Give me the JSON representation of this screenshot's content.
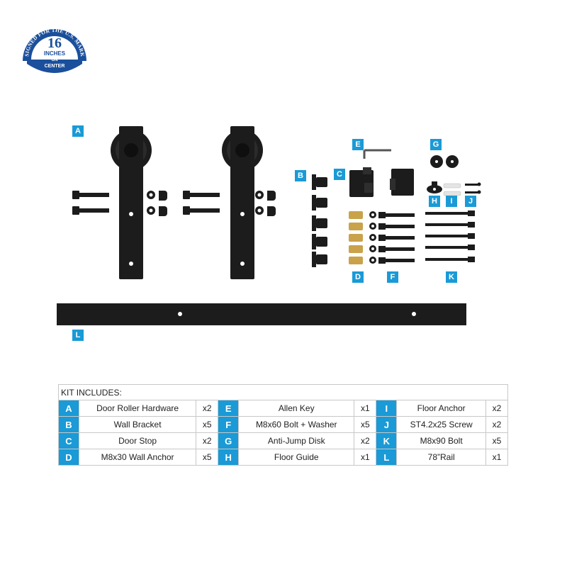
{
  "badge": {
    "arc_text": "DESIGNED FOR THE U.S. MARKET",
    "number": "16",
    "line1": "INCHES",
    "line2": "ON",
    "line3": "CENTER"
  },
  "diagram_labels": {
    "A": "A",
    "B": "B",
    "C": "C",
    "D": "D",
    "E": "E",
    "F": "F",
    "G": "G",
    "H": "H",
    "I": "I",
    "J": "J",
    "K": "K",
    "L": "L"
  },
  "table": {
    "header": "KIT INCLUDES:",
    "rows": [
      [
        {
          "letter": "A",
          "name": "Door Roller Hardware",
          "qty": "x2"
        },
        {
          "letter": "E",
          "name": "Allen Key",
          "qty": "x1"
        },
        {
          "letter": "I",
          "name": "Floor Anchor",
          "qty": "x2"
        }
      ],
      [
        {
          "letter": "B",
          "name": "Wall Bracket",
          "qty": "x5"
        },
        {
          "letter": "F",
          "name": "M8x60 Bolt + Washer",
          "qty": "x5"
        },
        {
          "letter": "J",
          "name": "ST4.2x25 Screw",
          "qty": "x2"
        }
      ],
      [
        {
          "letter": "C",
          "name": "Door Stop",
          "qty": "x2"
        },
        {
          "letter": "G",
          "name": "Anti-Jump Disk",
          "qty": "x2"
        },
        {
          "letter": "K",
          "name": "M8x90 Bolt",
          "qty": "x5"
        }
      ],
      [
        {
          "letter": "D",
          "name": "M8x30 Wall Anchor",
          "qty": "x5"
        },
        {
          "letter": "H",
          "name": "Floor Guide",
          "qty": "x1"
        },
        {
          "letter": "L",
          "name": "78”Rail",
          "qty": "x1"
        }
      ]
    ]
  },
  "colors": {
    "accent": "#1a9ad6",
    "badge_blue": "#1a4f9c",
    "hardware": "#1c1c1c",
    "brass": "#c9a24a"
  }
}
